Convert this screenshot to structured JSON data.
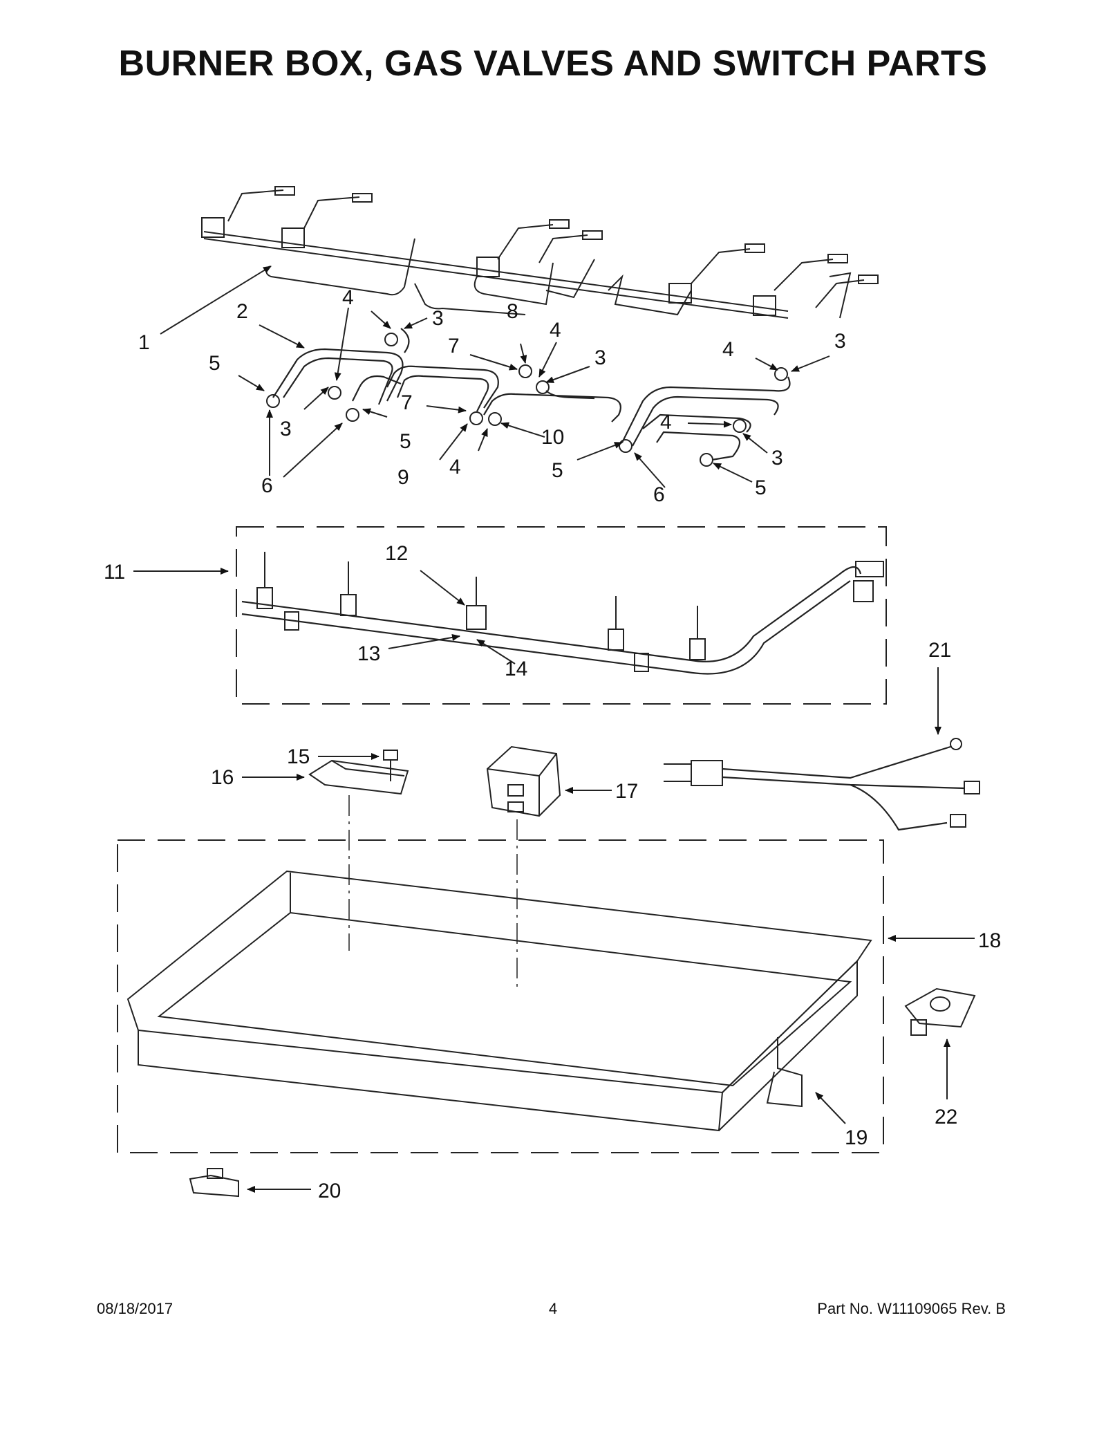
{
  "title": "BURNER BOX, GAS VALVES AND SWITCH PARTS",
  "callouts": [
    {
      "id": "c1",
      "label": "1"
    },
    {
      "id": "c2",
      "label": "2"
    },
    {
      "id": "c3a",
      "label": "3"
    },
    {
      "id": "c3b",
      "label": "3"
    },
    {
      "id": "c3c",
      "label": "3"
    },
    {
      "id": "c3d",
      "label": "3"
    },
    {
      "id": "c3e",
      "label": "3"
    },
    {
      "id": "c4a",
      "label": "4"
    },
    {
      "id": "c4b",
      "label": "4"
    },
    {
      "id": "c4c",
      "label": "4"
    },
    {
      "id": "c4d",
      "label": "4"
    },
    {
      "id": "c4e",
      "label": "4"
    },
    {
      "id": "c5a",
      "label": "5"
    },
    {
      "id": "c5b",
      "label": "5"
    },
    {
      "id": "c5c",
      "label": "5"
    },
    {
      "id": "c5d",
      "label": "5"
    },
    {
      "id": "c6a",
      "label": "6"
    },
    {
      "id": "c6b",
      "label": "6"
    },
    {
      "id": "c7a",
      "label": "7"
    },
    {
      "id": "c7b",
      "label": "7"
    },
    {
      "id": "c8",
      "label": "8"
    },
    {
      "id": "c9",
      "label": "9"
    },
    {
      "id": "c10",
      "label": "10"
    },
    {
      "id": "c11",
      "label": "11"
    },
    {
      "id": "c12",
      "label": "12"
    },
    {
      "id": "c13",
      "label": "13"
    },
    {
      "id": "c14",
      "label": "14"
    },
    {
      "id": "c15",
      "label": "15"
    },
    {
      "id": "c16",
      "label": "16"
    },
    {
      "id": "c17",
      "label": "17"
    },
    {
      "id": "c18",
      "label": "18"
    },
    {
      "id": "c19",
      "label": "19"
    },
    {
      "id": "c20",
      "label": "20"
    },
    {
      "id": "c21",
      "label": "21"
    },
    {
      "id": "c22",
      "label": "22"
    }
  ],
  "footer": {
    "date": "08/18/2017",
    "page": "4",
    "part_number": "Part No.  W11109065  Rev.  B"
  }
}
